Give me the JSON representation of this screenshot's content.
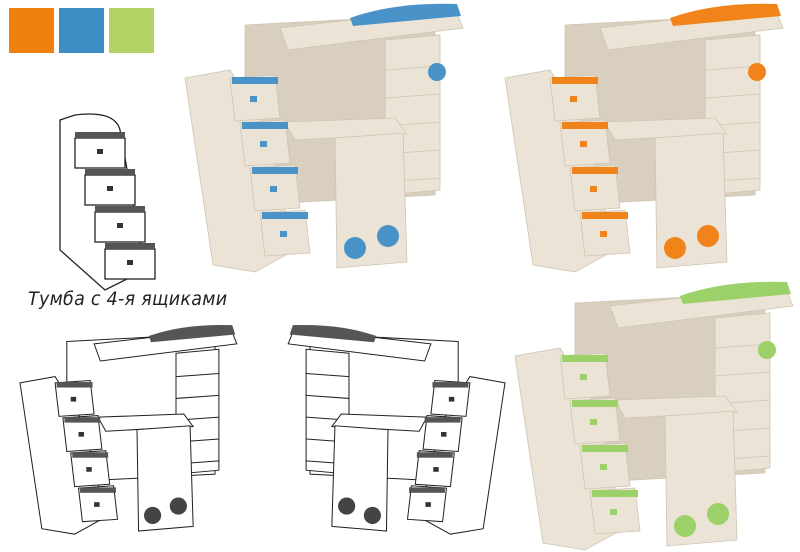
{
  "swatches": [
    {
      "name": "orange",
      "color": "#f08010"
    },
    {
      "name": "blue",
      "color": "#3e8cc4"
    },
    {
      "name": "green",
      "color": "#b4d264"
    }
  ],
  "caption": "Тумба с 4-я ящиками",
  "variants": [
    {
      "name": "blue",
      "accent": "#4a93c9"
    },
    {
      "name": "orange",
      "accent": "#f0841a"
    },
    {
      "name": "green",
      "accent": "#9cd068"
    }
  ],
  "colors": {
    "wood": "#ebe3d6",
    "wood_dark": "#d9cfbf",
    "line": "#222222"
  }
}
